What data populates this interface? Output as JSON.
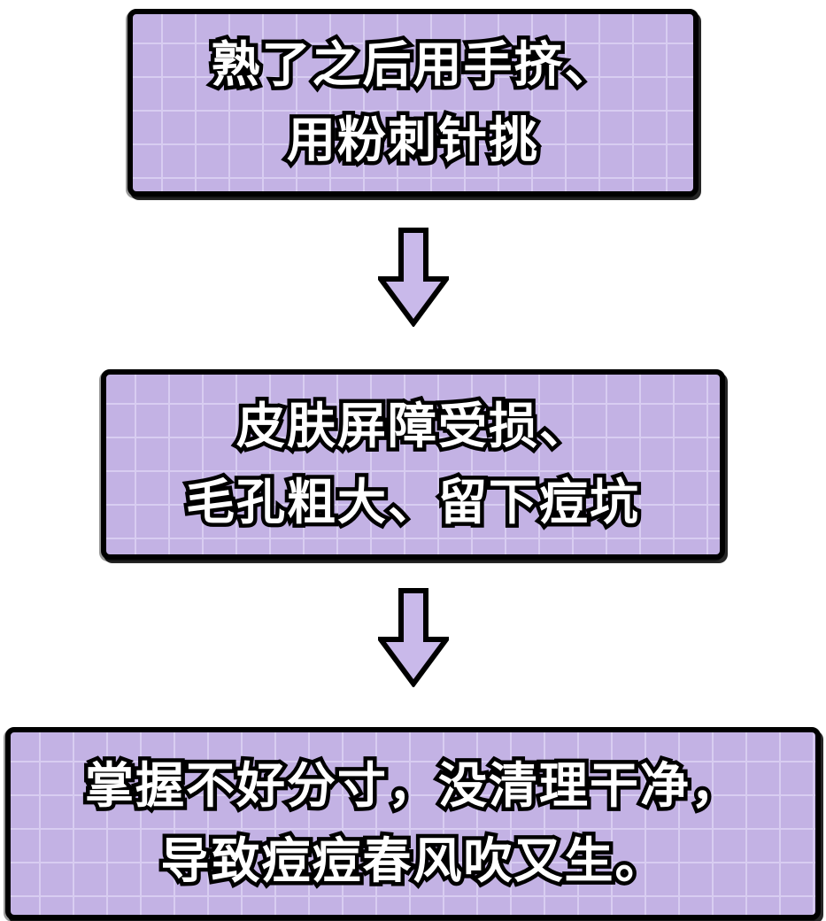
{
  "colors": {
    "background": "#ffffff",
    "box_fill": "#c3b2e4",
    "grid_line": "#d8cdf1",
    "border": "#000000",
    "arrow_fill": "#c9b9ea",
    "text_fill": "#ffffff",
    "text_outline": "#000000"
  },
  "boxes": [
    {
      "lines": [
        "熟了之后用手挤、",
        "用粉刺针挑"
      ]
    },
    {
      "lines": [
        "皮肤屏障受损、",
        "毛孔粗大、留下痘坑"
      ]
    },
    {
      "lines": [
        "掌握不好分寸，没清理干净，",
        "导致痘痘春风吹又生。"
      ]
    }
  ],
  "arrows": [
    {
      "name": "down-arrow"
    },
    {
      "name": "down-arrow"
    }
  ]
}
